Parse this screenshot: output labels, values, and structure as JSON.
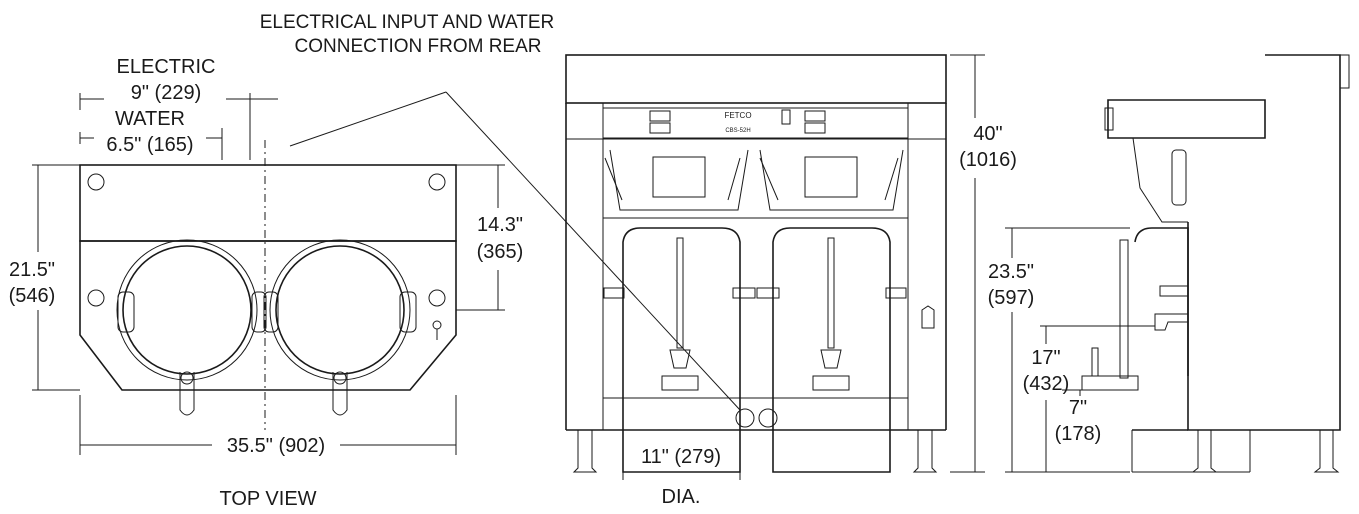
{
  "labels": {
    "electrical_input_line1": "ELECTRICAL INPUT AND WATER",
    "electrical_input_line2": "CONNECTION FROM REAR",
    "electric": "ELECTRIC",
    "electric_dim": "9\" (229)",
    "water": "WATER",
    "water_dim": "6.5\" (165)",
    "depth_in": "21.5\"",
    "depth_mm": "(546)",
    "conn_in": "14.3\"",
    "conn_mm": "(365)",
    "width_dim": "35.5\" (902)",
    "top_view": "TOP VIEW",
    "height_in": "40\"",
    "height_mm": "(1016)",
    "base_dia_dim": "11\" (279)",
    "dia": "DIA.",
    "h1_in": "23.5\"",
    "h1_mm": "(597)",
    "h2_in": "17\"",
    "h2_mm": "(432)",
    "h3_in": "7\"",
    "h3_mm": "(178)",
    "panel_brand": "FETCO",
    "panel_model": "CBS-52H"
  }
}
